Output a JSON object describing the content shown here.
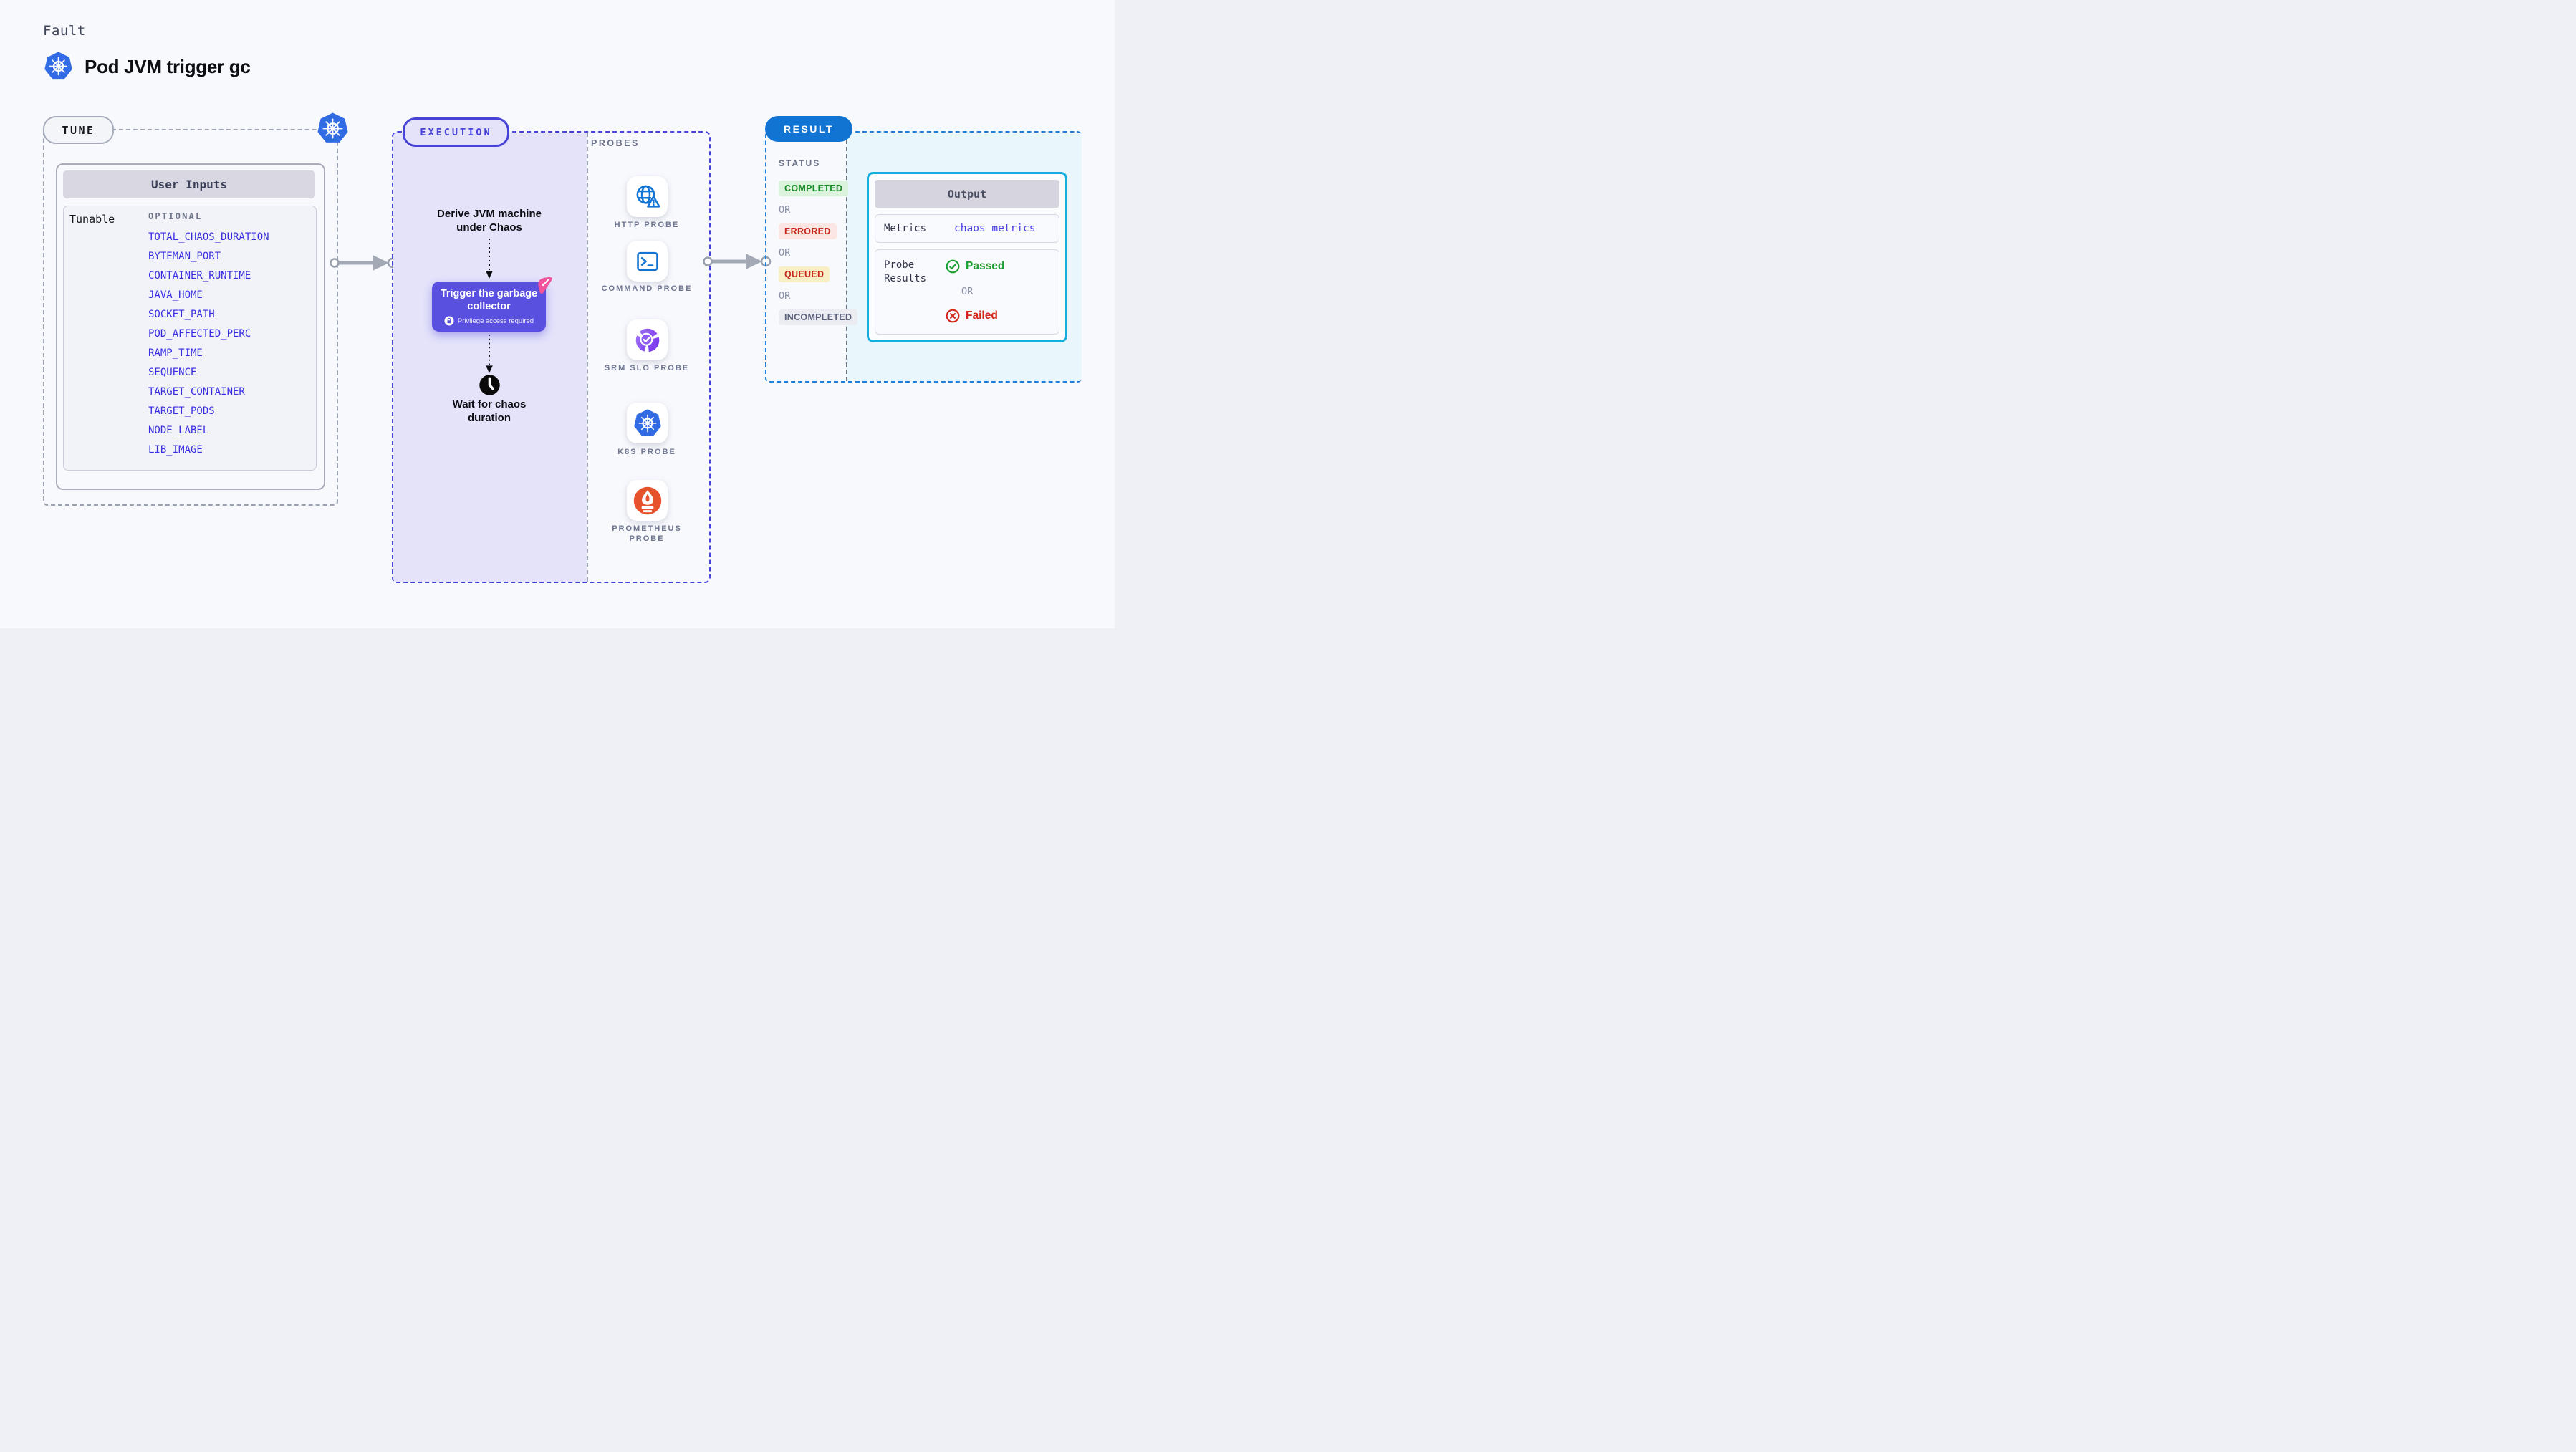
{
  "header": {
    "eyebrow": "Fault",
    "title": "Pod JVM trigger gc"
  },
  "tune": {
    "badge": "TUNE",
    "panel_title": "User Inputs",
    "row_label": "Tunable",
    "column_label": "OPTIONAL",
    "params": [
      "TOTAL_CHAOS_DURATION",
      "BYTEMAN_PORT",
      "CONTAINER_RUNTIME",
      "JAVA_HOME",
      "SOCKET_PATH",
      "POD_AFFECTED_PERC",
      "RAMP_TIME",
      "SEQUENCE",
      "TARGET_CONTAINER",
      "TARGET_PODS",
      "NODE_LABEL",
      "LIB_IMAGE"
    ]
  },
  "execution": {
    "badge": "EXECUTION",
    "derive_step": "Derive JVM machine under Chaos",
    "action_label": "Trigger the garbage collector",
    "action_note": "Privilege access required",
    "wait_step": "Wait for chaos duration"
  },
  "probes": {
    "label": "PROBES",
    "items": [
      {
        "label": "HTTP PROBE",
        "icon": "globe-alert-icon"
      },
      {
        "label": "COMMAND PROBE",
        "icon": "terminal-icon"
      },
      {
        "label": "SRM SLO PROBE",
        "icon": "slo-donut-check-icon"
      },
      {
        "label": "K8S PROBE",
        "icon": "kubernetes-icon"
      },
      {
        "label": "PROMETHEUS PROBE",
        "icon": "prometheus-flame-icon"
      }
    ]
  },
  "result": {
    "badge": "RESULT",
    "status_label": "STATUS",
    "or_label": "OR",
    "statuses": [
      {
        "label": "COMPLETED"
      },
      {
        "label": "ERRORED"
      },
      {
        "label": "QUEUED"
      },
      {
        "label": "INCOMPLETED"
      }
    ],
    "output": {
      "title": "Output",
      "metrics_label": "Metrics",
      "metrics_value": "chaos metrics",
      "probe_results_label": "Probe Results",
      "passed_label": "Passed",
      "failed_label": "Failed"
    }
  },
  "colors": {
    "page_bg": "#F8F9FD",
    "accent_indigo": "#4742D8",
    "execution_fill": "#E4E3FA",
    "button_purple": "#5A50DF",
    "result_blue": "#1174D3",
    "result_dash_blue": "#1F7FD8",
    "output_border_cyan": "#16AEDC",
    "output_zone_bg": "#E9F6FB",
    "param_blue": "#382EE0",
    "completed_green": "#188A27",
    "errored_red": "#C8251C",
    "queued_bg": "#F9EFC6",
    "incompleted_gray": "#5B617A",
    "passed_green": "#1D9E31",
    "failed_red": "#D3271B",
    "k8s_blue": "#326CE5",
    "prometheus_orange": "#E6522C",
    "click_pink": "#F0539C",
    "arrow_gray": "#A3AAB6"
  }
}
